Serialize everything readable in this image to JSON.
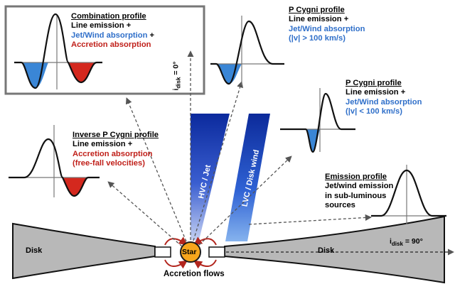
{
  "profiles": {
    "combination": {
      "title": "Combination profile",
      "line1": "Line emission +",
      "line2": "Jet/Wind absorption",
      "line2_suffix": " +",
      "line3": "Accretion absorption"
    },
    "pcygni_high": {
      "title": "P Cygni profile",
      "line1": "Line emission +",
      "line2": "Jet/Wind absorption",
      "line3": "(|v| > 100 km/s)"
    },
    "pcygni_low": {
      "title": "P Cygni profile",
      "line1": "Line emission +",
      "line2": "Jet/Wind absorption",
      "line3": "(|v| < 100 km/s)"
    },
    "inverse": {
      "title": "Inverse P Cygni profile",
      "line1": "Line emission +",
      "line2": "Accretion absorption",
      "line3": "(free-fall velocities)"
    },
    "emission": {
      "title": "Emission profile",
      "line1": "Jet/wind emission",
      "line2": "in sub-luminous",
      "line3": "sources"
    }
  },
  "labels": {
    "disk_left": "Disk",
    "disk_right": "Disk",
    "star": "Star",
    "accretion_flows": "Accretion flows",
    "jet": "HVC / Jet",
    "wind": "LVC / Disk wind",
    "inclination_vertical": "i",
    "inclination_vertical_sub": "disk",
    "inclination_vertical_value": " = 0°",
    "inclination_horizontal": "i",
    "inclination_horizontal_sub": "disk",
    "inclination_horizontal_value": " = 90°"
  },
  "colors": {
    "blue_absorption": "#3a86d6",
    "red_absorption": "#d4281e",
    "blue_text": "#2f6fc9",
    "red_text": "#c0201a",
    "disk_fill": "#b8b8b8",
    "star_fill": "#f7a61c",
    "jet_gradient_top": "#0a2a9c",
    "jet_gradient_bottom": "#b6c4ee"
  }
}
